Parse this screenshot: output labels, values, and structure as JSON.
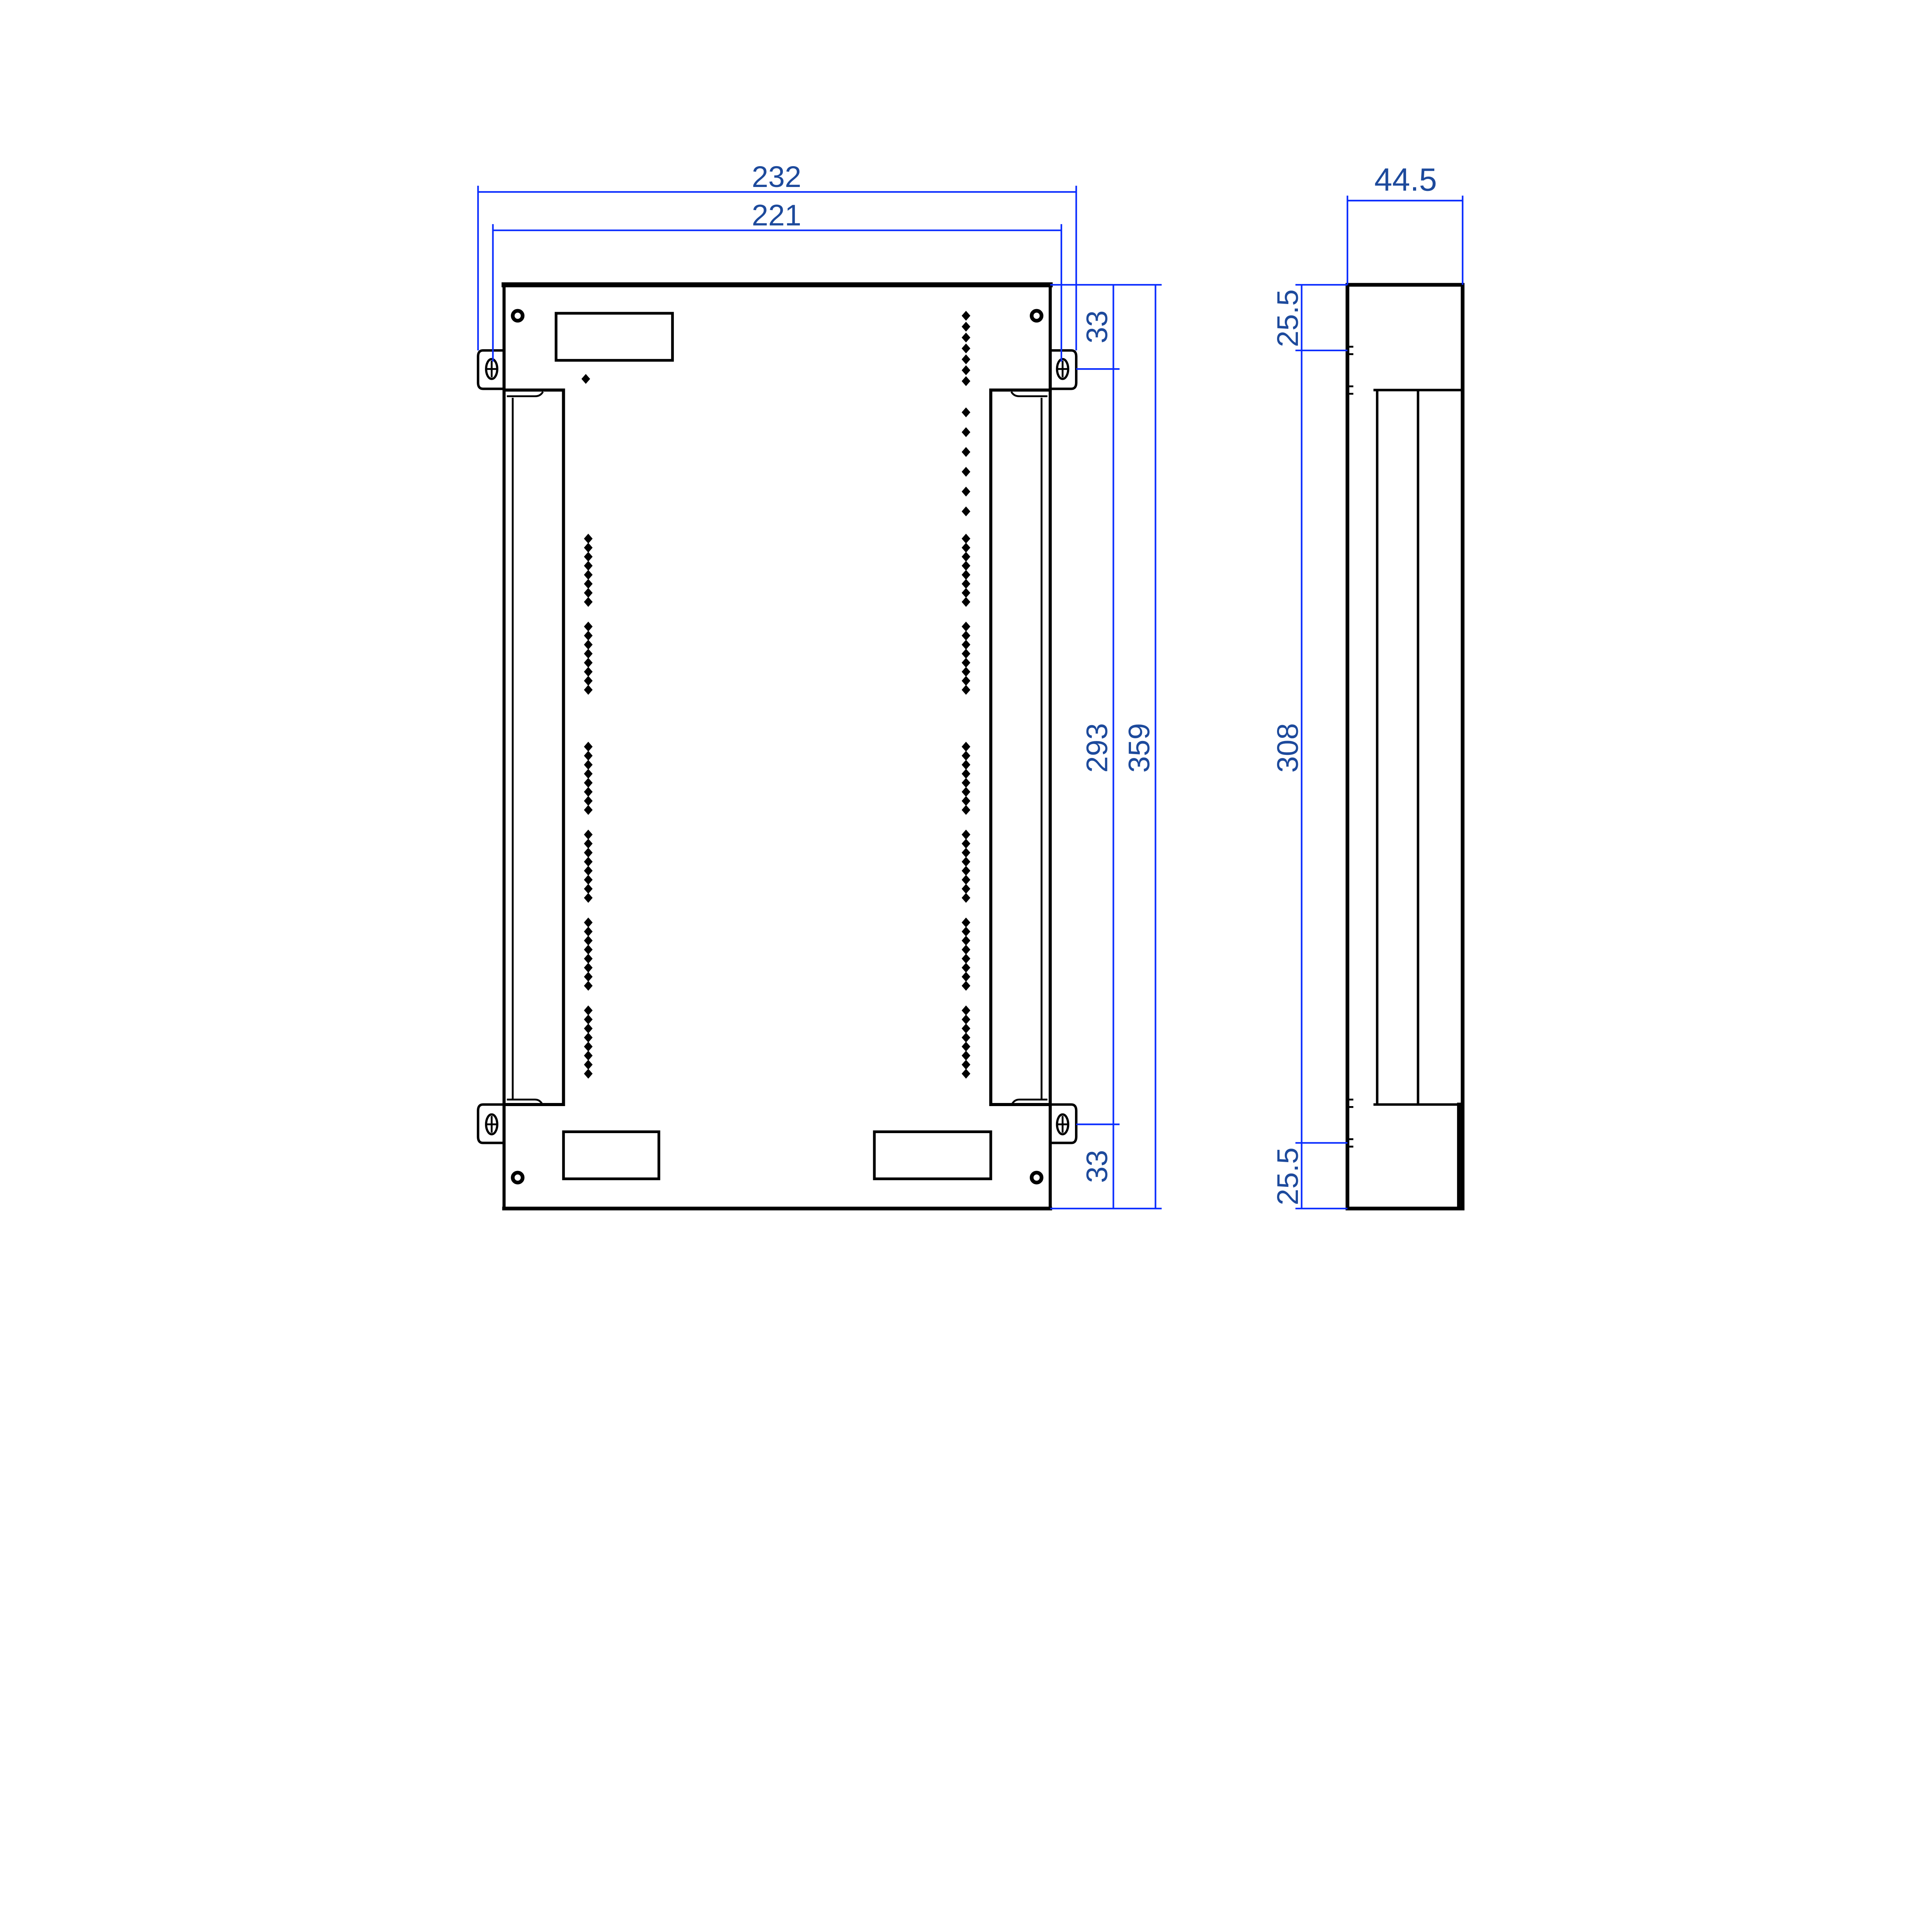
{
  "drawing": {
    "front_view": {
      "width_overall": "232",
      "width_mounting": "221",
      "height_top_offset": "33",
      "height_mounting": "293",
      "height_overall": "359",
      "height_bottom_offset": "33"
    },
    "side_view": {
      "depth": "44.5",
      "top_offset": "25.5",
      "middle_height": "308",
      "bottom_offset": "25.5"
    },
    "colors": {
      "outline": "#000000",
      "dimension_line": "#0a2cff",
      "dimension_text": "#1d4a9c"
    }
  }
}
